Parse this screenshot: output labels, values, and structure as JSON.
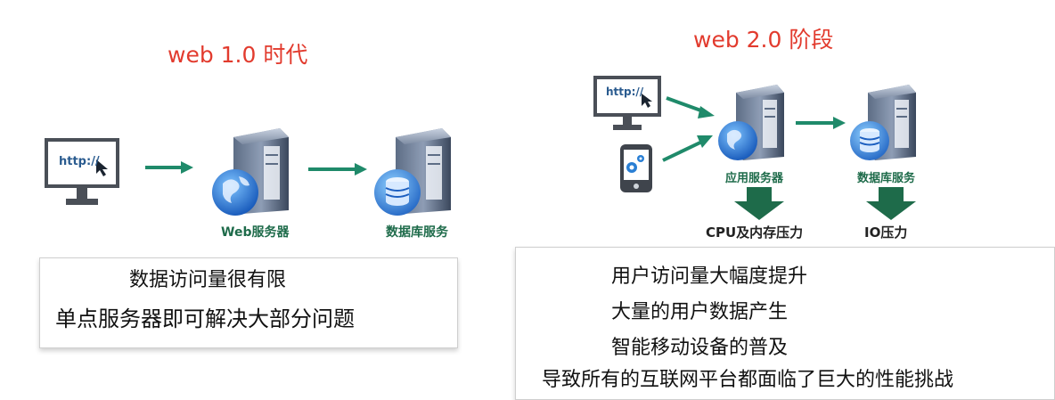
{
  "left": {
    "title": "web 1.0 时代",
    "monitor_text": "http://",
    "web_server_label": "Web服务器",
    "db_label": "数据库服务",
    "notes": [
      "数据访问量很有限",
      "单点服务器即可解决大部分问题"
    ]
  },
  "right": {
    "title": "web 2.0 阶段",
    "monitor_text": "http://",
    "app_server_label": "应用服务器",
    "db_label": "数据库服务",
    "pressure_cpu": "CPU及内存压力",
    "pressure_io": "IO压力",
    "notes": [
      "用户访问量大幅度提升",
      "大量的用户数据产生",
      "智能移动设备的普及",
      "导致所有的互联网平台都面临了巨大的性能挑战"
    ]
  },
  "colors": {
    "title": "#e23b2e",
    "arrow": "#1f8a6a",
    "pressure": "#1e6b4a"
  }
}
